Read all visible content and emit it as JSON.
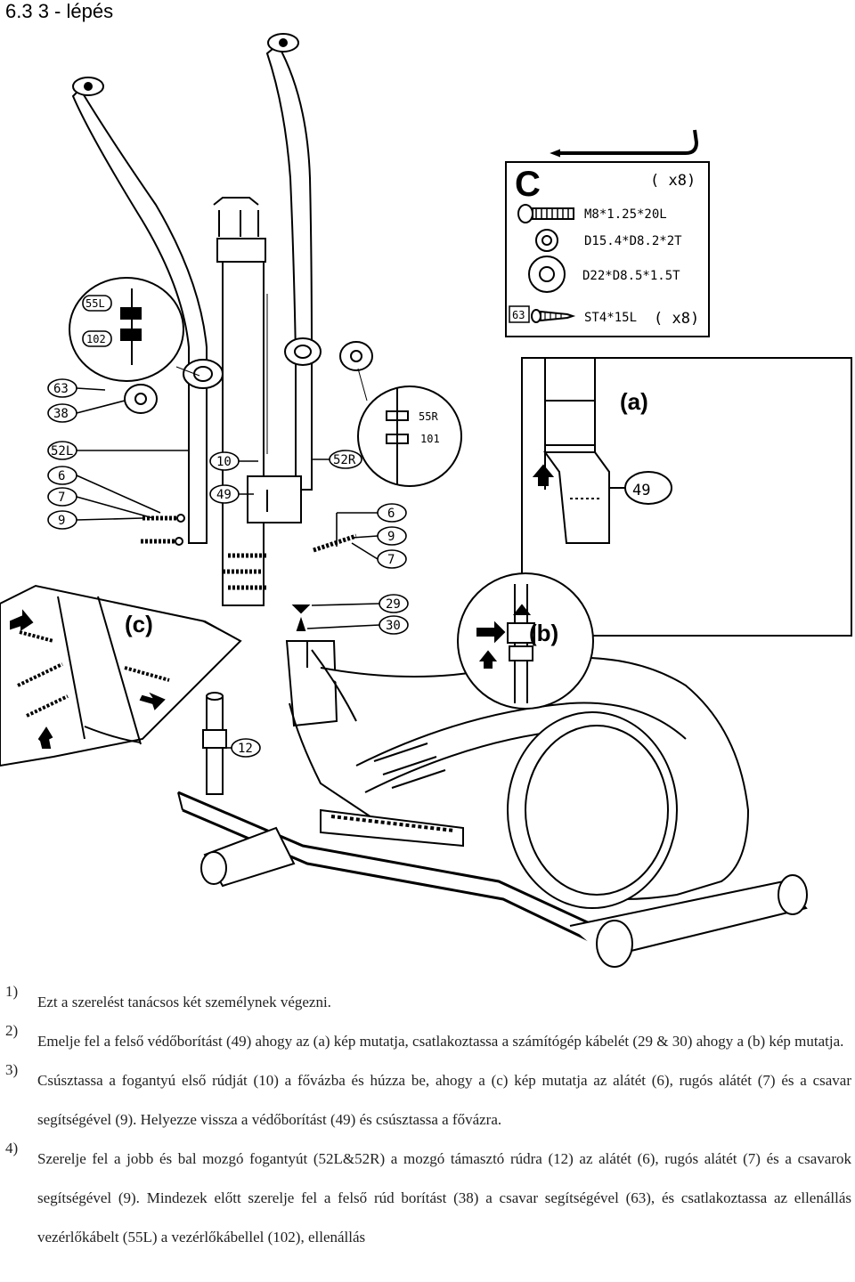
{
  "title": "6.3 3 - lépés",
  "parts_box": {
    "letter": "C",
    "qty_top": "( x8)",
    "items": [
      "M8*1.25*20L",
      "D15.4*D8.2*2T",
      "D22*D8.5*1.5T"
    ],
    "bottom_ref": "63",
    "bottom_spec": "ST4*15L",
    "bottom_qty": "( x8)"
  },
  "callouts": {
    "c55l": "55L",
    "c102": "102",
    "c63": "63",
    "c38": "38",
    "c52l": "52L",
    "c6": "6",
    "c7": "7",
    "c9": "9",
    "c10": "10",
    "c49": "49",
    "c52r": "52R",
    "c55r": "55R",
    "c101": "101",
    "r6": "6",
    "r9": "9",
    "r7": "7",
    "c29": "29",
    "c30": "30",
    "c12": "12",
    "detail_a": "(a)",
    "detail_a_num": "49",
    "detail_b": "(b)",
    "detail_c": "(c)"
  },
  "steps": [
    {
      "num": "1)",
      "text": "Ezt a szerelést tanácsos két személynek végezni."
    },
    {
      "num": "2)",
      "text": "Emelje fel a felső védőborítást (49) ahogy az (a) kép mutatja, csatlakoztassa a számítógép kábelét (29 & 30) ahogy a (b) kép mutatja."
    },
    {
      "num": "3)",
      "text": "Csúsztassa a fogantyú első rúdját (10) a fővázba és húzza be, ahogy a (c) kép mutatja az alátét (6), rugós alátét (7) és a csavar segítségével (9). Helyezze vissza a védőborítást (49) és csúsztassa a fővázra."
    },
    {
      "num": "4)",
      "text": "Szerelje fel a jobb és bal mozgó fogantyút (52L&52R) a mozgó támasztó rúdra (12) az alátét (6), rugós alátét (7) és a csavarok segítségével (9). Mindezek előtt szerelje fel a felső rúd borítást (38) a csavar segítségével (63), és csatlakoztassa az ellenállás vezérlőkábelt (55L) a vezérlőkábellel (102), ellenállás"
    }
  ]
}
